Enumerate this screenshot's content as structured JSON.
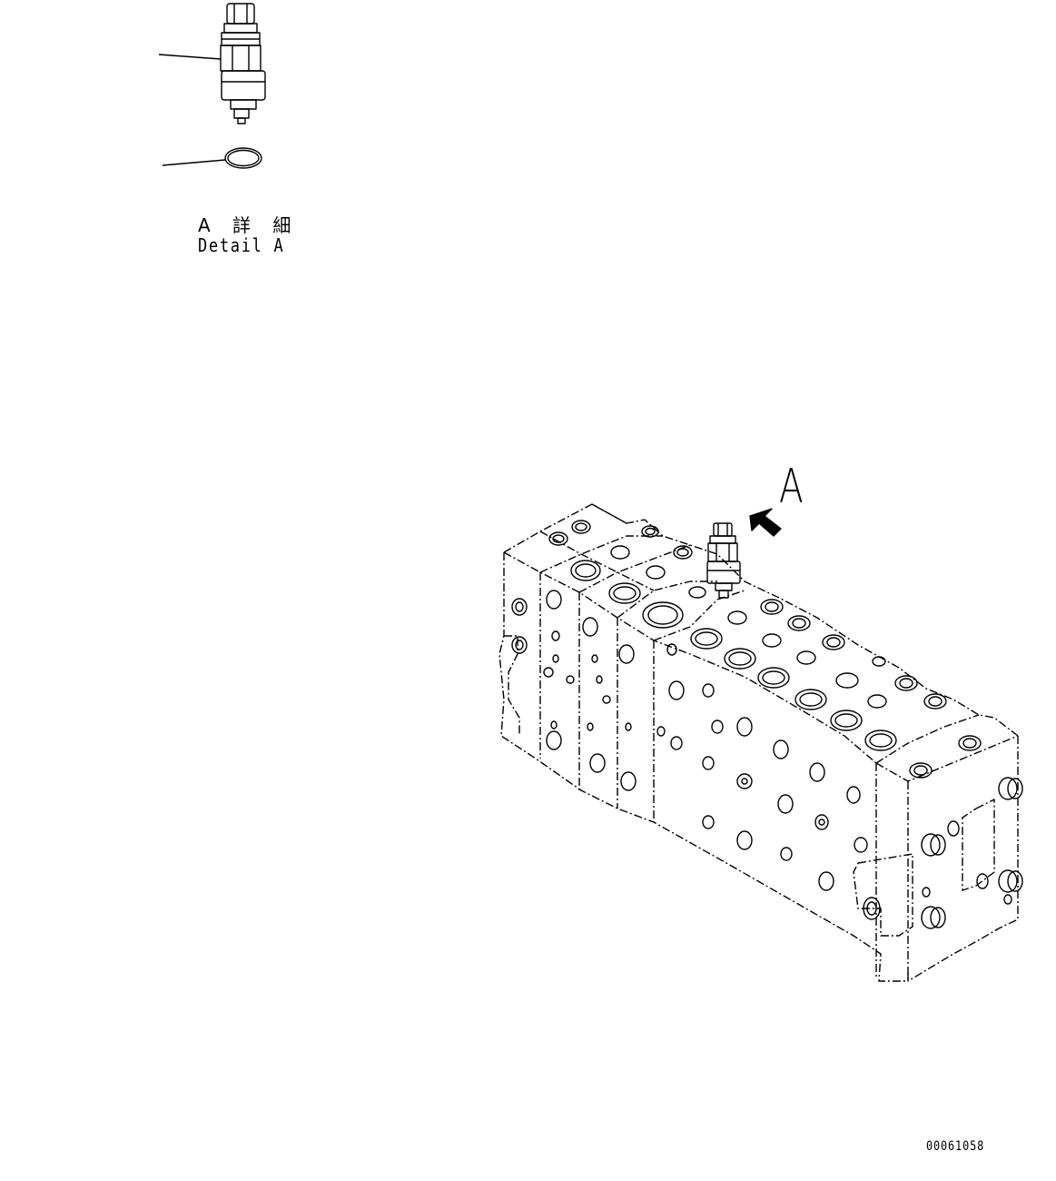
{
  "labels": {
    "detail_jp": "A 詳 細",
    "detail_en": "Detail A",
    "view_marker": "A",
    "figure_number": "00061058"
  },
  "colors": {
    "line": "#000000",
    "background": "#ffffff"
  }
}
